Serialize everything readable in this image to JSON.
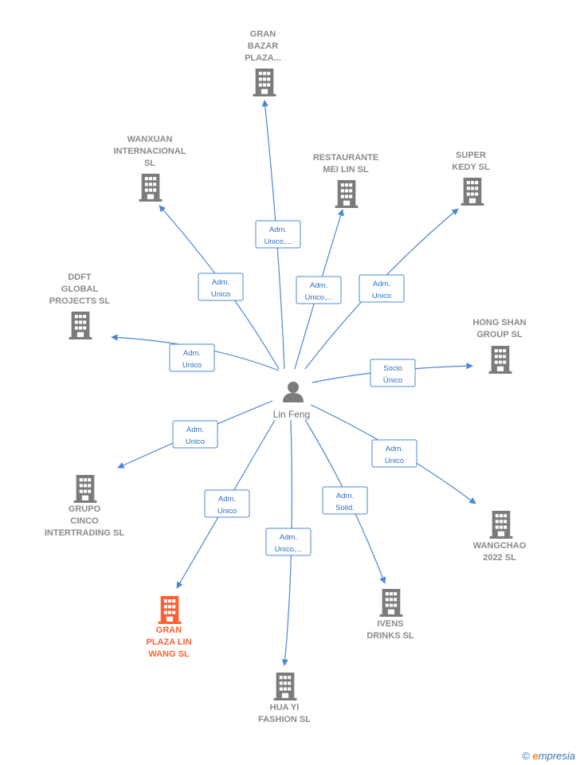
{
  "center": {
    "name": "Lin Feng"
  },
  "colors": {
    "edge": "#4a88d0",
    "building": "#7b7b7b",
    "highlight": "#ff6033"
  },
  "nodes": [
    {
      "id": "gran-bazar",
      "lines": [
        "GRAN",
        "BAZAR",
        "PLAZA..."
      ],
      "role": [
        "Adm.",
        "Unico,..."
      ],
      "highlight": false
    },
    {
      "id": "wanxuan",
      "lines": [
        "WANXUAN",
        "INTERNACIONAL",
        "SL"
      ],
      "role": [
        "Adm.",
        "Unico"
      ],
      "highlight": false
    },
    {
      "id": "restaurante",
      "lines": [
        "RESTAURANTE",
        "MEI LIN  SL"
      ],
      "role": [
        "Adm.",
        "Unico,..."
      ],
      "highlight": false
    },
    {
      "id": "super-kedy",
      "lines": [
        "SUPER",
        "KEDY  SL"
      ],
      "role": [
        "Adm.",
        "Unico"
      ],
      "highlight": false
    },
    {
      "id": "ddft",
      "lines": [
        "DDFT",
        "GLOBAL",
        "PROJECTS  SL"
      ],
      "role": [
        "Adm.",
        "Unico"
      ],
      "highlight": false
    },
    {
      "id": "hong-shan",
      "lines": [
        "HONG SHAN",
        "GROUP SL"
      ],
      "role": [
        "Socio",
        "Único"
      ],
      "highlight": false
    },
    {
      "id": "grupo-cinco",
      "lines": [
        "GRUPO",
        "CINCO",
        "INTERTRADING SL"
      ],
      "role": [
        "Adm.",
        "Unico"
      ],
      "highlight": false
    },
    {
      "id": "wangchao",
      "lines": [
        "WANGCHAO",
        "2022  SL"
      ],
      "role": [
        "Adm.",
        "Unico"
      ],
      "highlight": false
    },
    {
      "id": "gran-plaza",
      "lines": [
        "GRAN",
        "PLAZA LIN",
        "WANG  SL"
      ],
      "role": [
        "Adm.",
        "Unico"
      ],
      "highlight": true
    },
    {
      "id": "hua-yi",
      "lines": [
        "HUA YI",
        "FASHION  SL"
      ],
      "role": [
        "Adm.",
        "Unico,..."
      ],
      "highlight": false
    },
    {
      "id": "ivens",
      "lines": [
        "IVENS",
        "DRINKS  SL"
      ],
      "role": [
        "Adm.",
        "Solid."
      ],
      "highlight": false
    }
  ],
  "footer": {
    "symbol": "©",
    "brand_initial": "e",
    "brand_rest": "mpresia"
  }
}
